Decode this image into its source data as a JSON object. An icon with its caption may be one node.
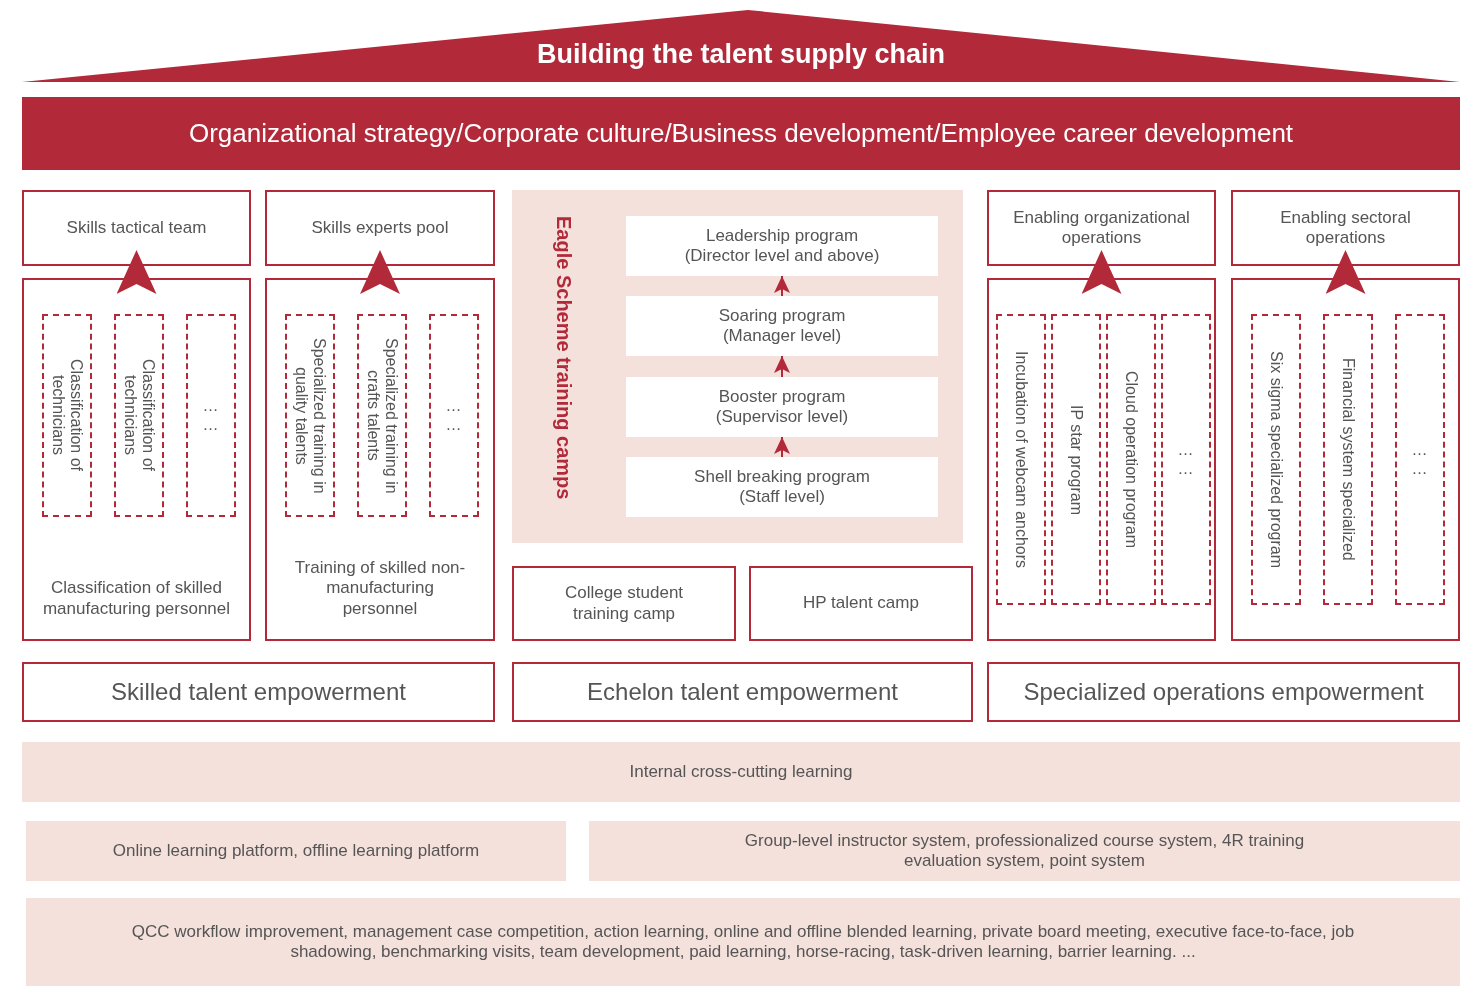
{
  "diagram": {
    "title": "Building the talent supply chain",
    "nodes": [
      {
        "text": [
          "Organizational strategy/Corporate culture/Business development/Employee career development"
        ]
      },
      {
        "text": [
          "Skills tactical team"
        ]
      },
      {
        "text": [
          "Classification of skilled manufacturing personnel"
        ]
      },
      {
        "text": [
          "Classification of technicians"
        ],
        "in": 2
      },
      {
        "text": [
          "Classification of technicians"
        ],
        "in": 2
      },
      {
        "text": [
          "… …"
        ],
        "in": 2
      },
      {
        "text": [
          "Skills experts pool"
        ]
      },
      {
        "text": [
          "Training of skilled non-manufacturing personnel"
        ]
      },
      {
        "text": [
          "Specialized training in quality talents"
        ],
        "in": 7
      },
      {
        "text": [
          "Specialized training in crafts talents"
        ],
        "in": 7
      },
      {
        "text": [
          "… …"
        ],
        "in": 7
      },
      {
        "text": [
          "Eagle Scheme training camps"
        ]
      },
      {
        "text": [
          "Leadership program",
          "(Director level and above)"
        ],
        "in": 11
      },
      {
        "text": [
          "Soaring program",
          "(Manager level)"
        ],
        "in": 11
      },
      {
        "text": [
          "Booster program",
          "(Supervisor level)"
        ],
        "in": 11
      },
      {
        "text": [
          "Shell breaking program",
          "(Staff level)"
        ],
        "in": 11
      },
      {
        "text": [
          "College student training camp"
        ]
      },
      {
        "text": [
          "HP talent camp"
        ]
      },
      {
        "text": [
          "Enabling organizational operations"
        ]
      },
      {
        "text": [],
        "shape": "box"
      },
      {
        "text": [
          "Incubation of webcam anchors"
        ],
        "in": 19
      },
      {
        "text": [
          "IP star program"
        ],
        "in": 19
      },
      {
        "text": [
          "Cloud operation program"
        ],
        "in": 19
      },
      {
        "text": [
          "… …"
        ],
        "in": 19
      },
      {
        "text": [
          "Enabling sectoral operations"
        ]
      },
      {
        "text": [],
        "shape": "box"
      },
      {
        "text": [
          "Six sigma specialized program"
        ],
        "in": 25
      },
      {
        "text": [
          "Financial system specialized"
        ],
        "in": 25
      },
      {
        "text": [
          "… …"
        ],
        "in": 25
      },
      {
        "text": [
          "Skilled talent empowerment"
        ]
      },
      {
        "text": [
          "Echelon talent empowerment"
        ]
      },
      {
        "text": [
          "Specialized operations empowerment"
        ]
      },
      {
        "text": [
          "Internal cross-cutting learning"
        ]
      },
      {
        "text": [
          "Online learning platform, offline learning platform"
        ]
      },
      {
        "text": [
          "Group-level instructor system, professionalized course system, 4R training evaluation system, point system"
        ]
      },
      {
        "text": [
          "QCC workflow improvement, management case competition, action learning, online and offline blended learning, private board meeting, executive face-to-face, job shadowing, benchmarking visits, team development, paid learning, horse-racing, task-driven learning, barrier learning. ..."
        ]
      }
    ],
    "edges": [
      {
        "from": 2,
        "to": 1,
        "arrow": "to"
      },
      {
        "from": 7,
        "to": 6,
        "arrow": "to"
      },
      {
        "from": 15,
        "to": 14,
        "arrow": "to"
      },
      {
        "from": 14,
        "to": 13,
        "arrow": "to"
      },
      {
        "from": 13,
        "to": 12,
        "arrow": "to"
      },
      {
        "from": 19,
        "to": 18,
        "arrow": "to"
      },
      {
        "from": 25,
        "to": 24,
        "arrow": "to"
      }
    ]
  }
}
